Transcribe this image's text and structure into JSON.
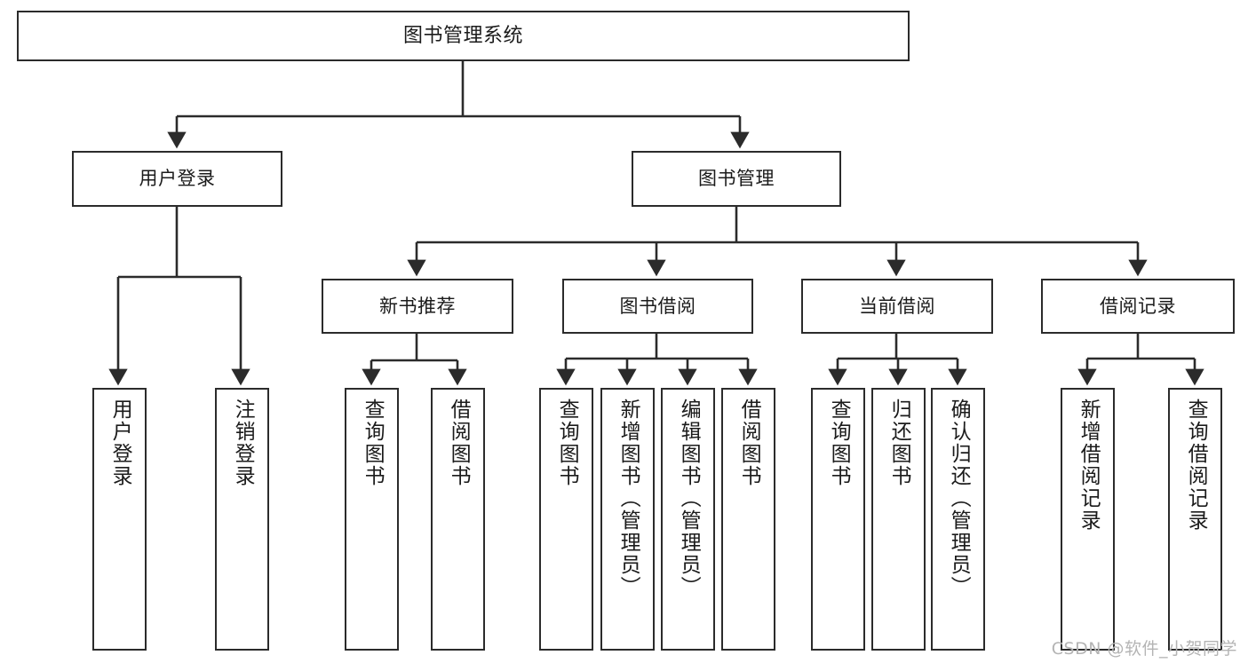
{
  "diagram": {
    "title": "图书管理系统",
    "type": "tree-hierarchy",
    "root": {
      "label": "图书管理系统"
    },
    "level1": [
      {
        "label": "用户登录"
      },
      {
        "label": "图书管理"
      }
    ],
    "level2": [
      {
        "label": "新书推荐"
      },
      {
        "label": "图书借阅"
      },
      {
        "label": "当前借阅"
      },
      {
        "label": "借阅记录"
      }
    ],
    "leaves": {
      "user_login": [
        {
          "label": "用户登录"
        },
        {
          "label": "注销登录"
        }
      ],
      "new_book_recommend": [
        {
          "label": "查询图书"
        },
        {
          "label": "借阅图书"
        }
      ],
      "book_borrow": [
        {
          "label": "查询图书"
        },
        {
          "label": "新增图书（管理员）"
        },
        {
          "label": "编辑图书（管理员）"
        },
        {
          "label": "借阅图书"
        }
      ],
      "current_borrow": [
        {
          "label": "查询图书"
        },
        {
          "label": "归还图书"
        },
        {
          "label": "确认归还（管理员）"
        }
      ],
      "borrow_records": [
        {
          "label": "新增借阅记录"
        },
        {
          "label": "查询借阅记录"
        }
      ]
    }
  },
  "watermark": {
    "text": "CSDN @软件_小贺同学"
  },
  "colors": {
    "stroke": "#2b2b2b",
    "fill": "#ffffff",
    "text": "#1b1b1b",
    "watermark": "#b4b4b4"
  }
}
